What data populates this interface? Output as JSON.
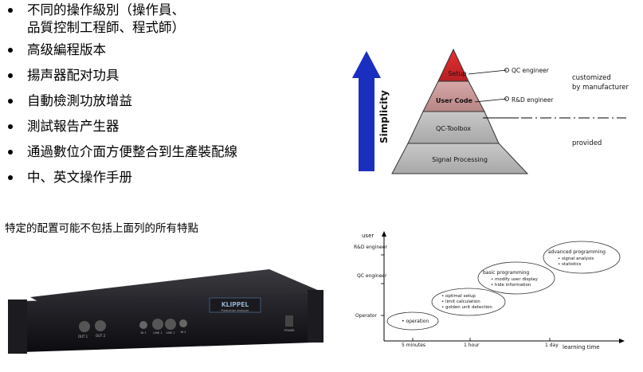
{
  "features": [
    {
      "line1": "不同的操作級別（操作員、",
      "line2": "品質控制工程師、程式師）"
    },
    {
      "line1": "高级編程版本"
    },
    {
      "line1": "揚声器配对功具"
    },
    {
      "line1": "自動檢測功放增益"
    },
    {
      "line1": "測試報告产生器"
    },
    {
      "line1": "通過數位介面方便整合到生產裝配線"
    },
    {
      "line1": "中、英文操作手册"
    }
  ],
  "note": "特定的配置可能不包括上面列的所有特點",
  "device": {
    "brand": "KLIPPEL",
    "model": "Production Analyzer",
    "port_labels": [
      "OUT 1",
      "OUT 2",
      "IN 1",
      "LINE 1",
      "LINE 2",
      "IN 2",
      "POWER"
    ]
  },
  "pyramid": {
    "arrow_label": "Simplicity",
    "layers": [
      "Setup",
      "User Code",
      "QC-Toolbox",
      "Signal Processing"
    ],
    "callouts": [
      "QC engineer",
      "R&D engineer"
    ],
    "side_labels": {
      "customized_line1": "customized",
      "customized_line2": "by manufacturer",
      "provided": "provided"
    },
    "colors": {
      "setup": "#d8262a",
      "user_code": "#c99595",
      "lower": "#b8b8b8",
      "arrow": "#1a2fbf"
    }
  },
  "levels": {
    "y_axis_label": "user",
    "y_labels": [
      "R&D engineer",
      "QC engineer",
      "Operator"
    ],
    "x_axis_label": "learning time",
    "x_ticks": [
      "5 minutes",
      "1 hour",
      "1 day"
    ],
    "bubbles": [
      {
        "title": "",
        "items": [
          "operation"
        ]
      },
      {
        "title": "",
        "items": [
          "optimal setup",
          "limit calculation",
          "golden unit detection"
        ]
      },
      {
        "title": "basic programming",
        "items": [
          "modify user display",
          "hide information"
        ]
      },
      {
        "title": "advanced programming",
        "items": [
          "signal analysis",
          "statistics"
        ]
      }
    ]
  }
}
